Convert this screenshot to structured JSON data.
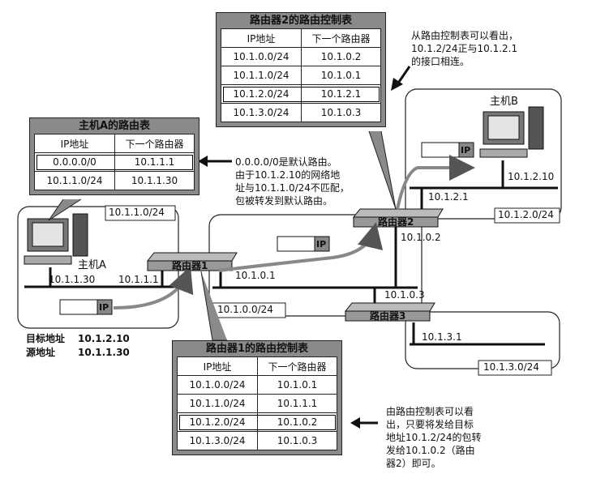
{
  "router2_table": {
    "title": "路由器2的路由控制表",
    "headers": [
      "IP地址",
      "下一个路由器"
    ],
    "rows": [
      [
        "10.1.0.0/24",
        "10.1.0.2"
      ],
      [
        "10.1.1.0/24",
        "10.1.0.1"
      ],
      [
        "10.1.2.0/24",
        "10.1.2.1"
      ],
      [
        "10.1.3.0/24",
        "10.1.0.3"
      ]
    ]
  },
  "hostA_table": {
    "title": "主机A的路由表",
    "headers": [
      "IP地址",
      "下一个路由器"
    ],
    "rows": [
      [
        "0.0.0.0/0",
        "10.1.1.1"
      ],
      [
        "10.1.1.0/24",
        "10.1.1.30"
      ]
    ]
  },
  "router1_table": {
    "title": "路由器1的路由控制表",
    "headers": [
      "IP地址",
      "下一个路由器"
    ],
    "rows": [
      [
        "10.1.0.0/24",
        "10.1.0.1"
      ],
      [
        "10.1.1.0/24",
        "10.1.1.1"
      ],
      [
        "10.1.2.0/24",
        "10.1.0.2"
      ],
      [
        "10.1.3.0/24",
        "10.1.0.3"
      ]
    ]
  },
  "notes": {
    "router2_line1": "从路由控制表可以看出，",
    "router2_line2": "10.1.2/24正与10.1.2.1",
    "router2_line3": "的接口相连。",
    "default_line1": "0.0.0.0/0是默认路由。",
    "default_line2": "由于10.1.2.10的网络地",
    "default_line3": "址与10.1.1.0/24不匹配，",
    "default_line4": "包被转发到默认路由。",
    "router1_line1": "由路由控制表可以看",
    "router1_line2": "出，只要将发给目标",
    "router1_line3": "地址10.1.2/24的包转",
    "router1_line4": "发给10.1.0.2（路由",
    "router1_line5": "器2）即可。"
  },
  "devices": {
    "hostA": "主机A",
    "hostB": "主机B",
    "router1": "路由器1",
    "router2": "路由器2",
    "router3": "路由器3",
    "ip_tag": "IP"
  },
  "addresses": {
    "hostA_ip": "10.1.1.30",
    "router1_lan": "10.1.1.1",
    "router1_backbone": "10.1.0.1",
    "router2_backbone": "10.1.0.2",
    "router2_lanB": "10.1.2.1",
    "hostB_ip": "10.1.2.10",
    "router3_backbone": "10.1.0.3",
    "router3_lan": "10.1.3.1"
  },
  "networks": {
    "net_a": "10.1.1.0/24",
    "net_b": "10.1.2.0/24",
    "net_backbone": "10.1.0.0/24",
    "net_c": "10.1.3.0/24"
  },
  "packet_info": {
    "dest_label": "目标地址",
    "dest_value": "10.1.2.10",
    "src_label": "源地址",
    "src_value": "10.1.1.30"
  }
}
